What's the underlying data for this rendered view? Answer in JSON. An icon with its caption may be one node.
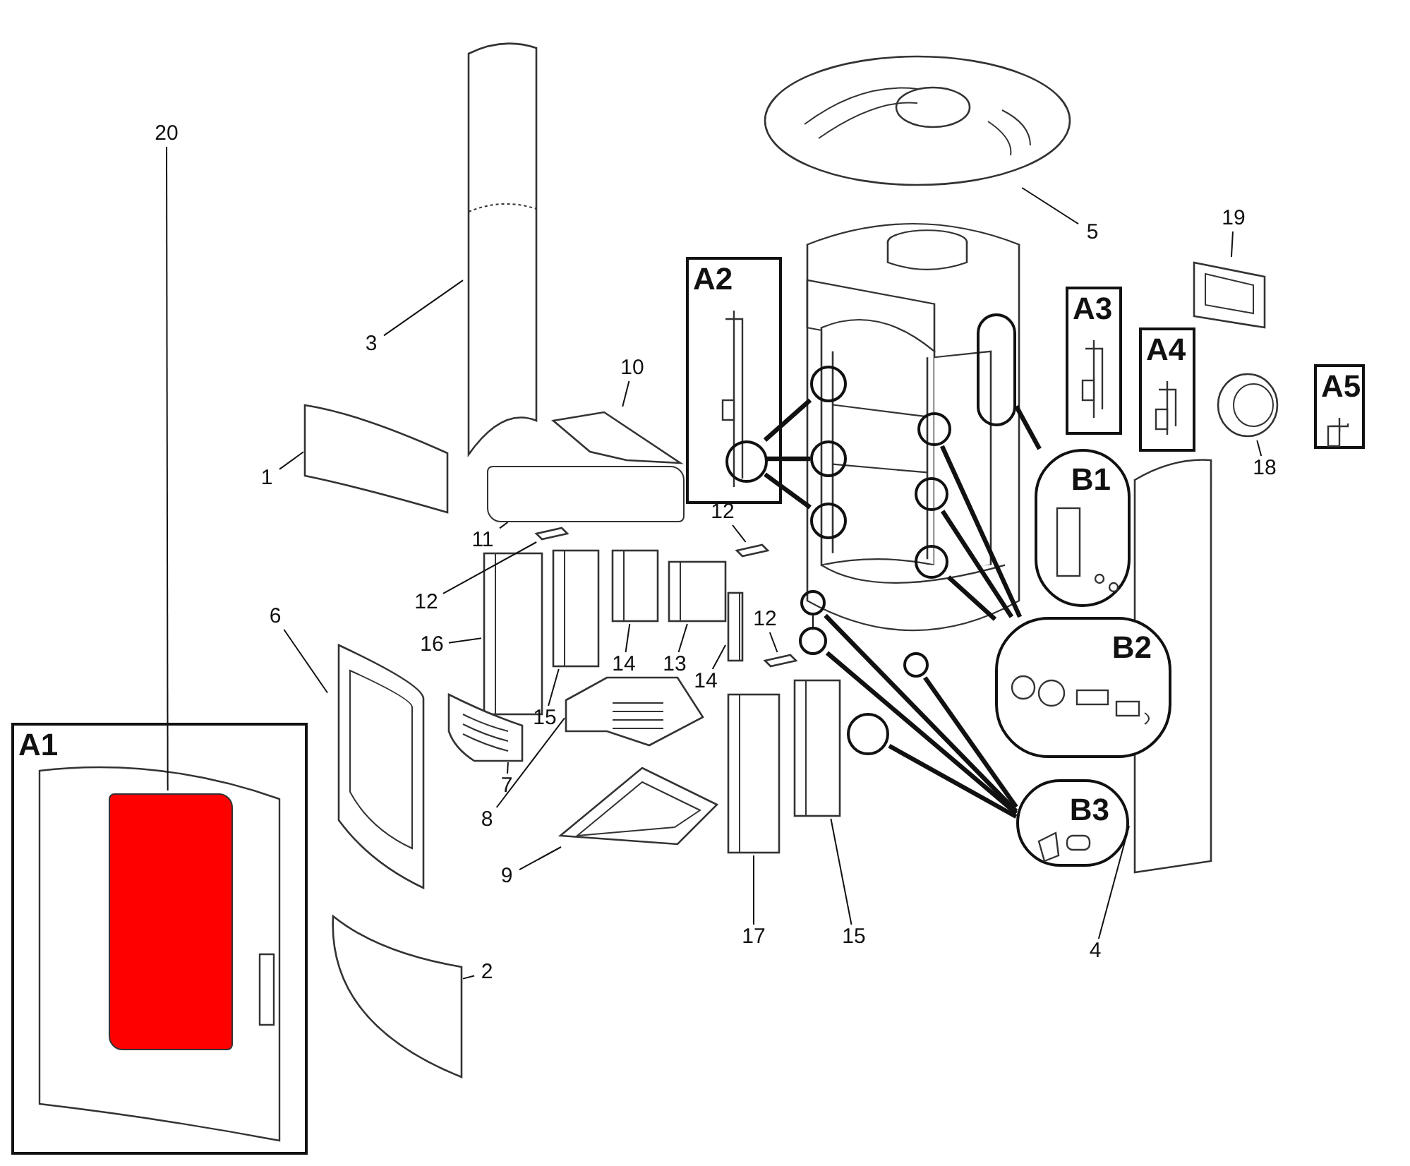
{
  "diagram": {
    "nodes": [
      {
        "text": [
          "5"
        ]
      },
      {
        "text": [],
        "shape": "picture"
      },
      {
        "text": [
          "19"
        ]
      },
      {
        "text": [],
        "shape": "picture"
      },
      {
        "text": [
          "A2"
        ]
      },
      {
        "text": [],
        "shape": "circle",
        "in": 4
      },
      {
        "text": [
          "A3"
        ]
      },
      {
        "text": [
          "A4"
        ]
      },
      {
        "text": [
          "A5"
        ]
      },
      {
        "text": [
          "3"
        ]
      },
      {
        "text": [],
        "shape": "picture"
      },
      {
        "text": [
          "10"
        ]
      },
      {
        "text": [],
        "shape": "picture"
      },
      {
        "text": [
          "18"
        ]
      },
      {
        "text": [],
        "shape": "picture"
      },
      {
        "text": [
          "1"
        ]
      },
      {
        "text": [],
        "shape": "picture"
      },
      {
        "text": [
          "11"
        ]
      },
      {
        "text": [],
        "shape": "box"
      },
      {
        "text": [
          "B1"
        ]
      },
      {
        "text": [
          "12"
        ]
      },
      {
        "text": [],
        "shape": "picture"
      },
      {
        "text": [
          "12"
        ]
      },
      {
        "text": [],
        "shape": "picture"
      },
      {
        "text": [
          "16"
        ]
      },
      {
        "text": [],
        "shape": "picture"
      },
      {
        "text": [
          "14"
        ]
      },
      {
        "text": [],
        "shape": "picture"
      },
      {
        "text": [
          "13"
        ]
      },
      {
        "text": [],
        "shape": "picture"
      },
      {
        "text": [
          "14"
        ]
      },
      {
        "text": [],
        "shape": "picture"
      },
      {
        "text": [
          "12"
        ]
      },
      {
        "text": [],
        "shape": "picture"
      },
      {
        "text": [
          "B2"
        ]
      },
      {
        "text": [
          "20"
        ]
      },
      {
        "text": [
          "6"
        ]
      },
      {
        "text": [],
        "shape": "picture"
      },
      {
        "text": [
          "15"
        ]
      },
      {
        "text": [],
        "shape": "picture"
      },
      {
        "text": [
          "A1"
        ]
      },
      {
        "text": [],
        "shape": "box",
        "in": 40
      },
      {
        "text": [
          "7"
        ]
      },
      {
        "text": [],
        "shape": "picture"
      },
      {
        "text": [
          "B3"
        ]
      },
      {
        "text": [
          "8"
        ]
      },
      {
        "text": [],
        "shape": "picture"
      },
      {
        "text": [
          "9"
        ]
      },
      {
        "text": [],
        "shape": "picture"
      },
      {
        "text": [
          "2"
        ]
      },
      {
        "text": [],
        "shape": "picture"
      },
      {
        "text": [
          "17"
        ]
      },
      {
        "text": [],
        "shape": "picture"
      },
      {
        "text": [
          "15"
        ]
      },
      {
        "text": [],
        "shape": "picture"
      },
      {
        "text": [
          "4"
        ]
      },
      {
        "text": [],
        "shape": "picture"
      },
      {
        "text": [],
        "shape": "circle"
      },
      {
        "text": [],
        "shape": "circle"
      },
      {
        "text": [],
        "shape": "circle"
      },
      {
        "text": [],
        "shape": "oval"
      },
      {
        "text": [],
        "shape": "circle"
      },
      {
        "text": [],
        "shape": "circle"
      },
      {
        "text": [],
        "shape": "circle"
      },
      {
        "text": [],
        "shape": "circle"
      },
      {
        "text": [],
        "shape": "circle"
      },
      {
        "text": [],
        "shape": "circle"
      },
      {
        "text": [],
        "shape": "circle"
      }
    ],
    "edges": [
      {
        "from": 0,
        "to": 1,
        "arrow": "none"
      },
      {
        "from": 2,
        "to": 3,
        "arrow": "none"
      },
      {
        "from": 9,
        "to": 10,
        "arrow": "none"
      },
      {
        "from": 11,
        "to": 12,
        "arrow": "none"
      },
      {
        "from": 13,
        "to": 14,
        "arrow": "none"
      },
      {
        "from": 15,
        "to": 16,
        "arrow": "none"
      },
      {
        "from": 17,
        "to": 18,
        "arrow": "none"
      },
      {
        "from": 20,
        "to": 21,
        "arrow": "none"
      },
      {
        "from": 22,
        "to": 23,
        "arrow": "none"
      },
      {
        "from": 24,
        "to": 25,
        "arrow": "none"
      },
      {
        "from": 26,
        "to": 27,
        "arrow": "none"
      },
      {
        "from": 28,
        "to": 29,
        "arrow": "none"
      },
      {
        "from": 30,
        "to": 31,
        "arrow": "none"
      },
      {
        "from": 32,
        "to": 33,
        "arrow": "none"
      },
      {
        "from": 35,
        "to": 41,
        "arrow": "none"
      },
      {
        "from": 36,
        "to": 37,
        "arrow": "none"
      },
      {
        "from": 38,
        "to": 39,
        "arrow": "none"
      },
      {
        "from": 42,
        "to": 43,
        "arrow": "none"
      },
      {
        "from": 45,
        "to": 46,
        "arrow": "none"
      },
      {
        "from": 47,
        "to": 48,
        "arrow": "none"
      },
      {
        "from": 49,
        "to": 50,
        "arrow": "none"
      },
      {
        "from": 51,
        "to": 52,
        "arrow": "none"
      },
      {
        "from": 53,
        "to": 54,
        "arrow": "none"
      },
      {
        "from": 55,
        "to": 56,
        "arrow": "none"
      },
      {
        "from": 5,
        "to": 57,
        "arrow": "none",
        "style": "thick"
      },
      {
        "from": 5,
        "to": 58,
        "arrow": "none",
        "style": "thick"
      },
      {
        "from": 5,
        "to": 59,
        "arrow": "none",
        "style": "thick"
      },
      {
        "from": 60,
        "to": 19,
        "arrow": "none",
        "style": "thick"
      },
      {
        "from": 61,
        "to": 34,
        "arrow": "none",
        "style": "thick"
      },
      {
        "from": 62,
        "to": 34,
        "arrow": "none",
        "style": "thick"
      },
      {
        "from": 63,
        "to": 34,
        "arrow": "none",
        "style": "thick"
      },
      {
        "from": 64,
        "to": 44,
        "arrow": "none",
        "style": "thick"
      },
      {
        "from": 65,
        "to": 44,
        "arrow": "none",
        "style": "thick"
      },
      {
        "from": 66,
        "to": 44,
        "arrow": "none",
        "style": "thick"
      },
      {
        "from": 67,
        "to": 44,
        "arrow": "none",
        "style": "thick"
      },
      {
        "from": 64,
        "to": 65,
        "arrow": "none"
      }
    ]
  }
}
